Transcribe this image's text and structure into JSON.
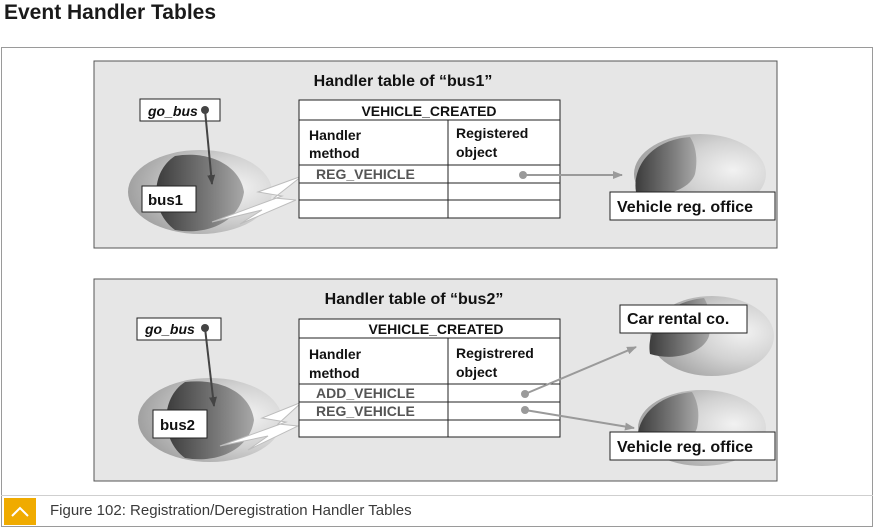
{
  "page_title": "Event Handler Tables",
  "caption": "Figure 102: Registration/Deregistration Handler Tables",
  "panel1": {
    "title": "Handler table of “bus1”",
    "reference": "go_bus",
    "object": "bus1",
    "event": "VEHICLE_CREATED",
    "col1_line1": "Handler",
    "col1_line2": "method",
    "col2_line1": "Registered",
    "col2_line2": "object",
    "rows": [
      "REG_VEHICLE"
    ],
    "target": "Vehicle reg. office"
  },
  "panel2": {
    "title": "Handler table of “bus2”",
    "reference": "go_bus",
    "object": "bus2",
    "event": "VEHICLE_CREATED",
    "col1_line1": "Handler",
    "col1_line2": "method",
    "col2_line1": "Registrered",
    "col2_line2": "object",
    "rows": [
      "ADD_VEHICLE",
      "REG_VEHICLE"
    ],
    "target1": "Car rental co.",
    "target2": "Vehicle reg. office"
  },
  "colors": {
    "panel_bg": "#e6e6e6",
    "accent": "#f0ab00",
    "arrow": "#9a9a9a"
  }
}
